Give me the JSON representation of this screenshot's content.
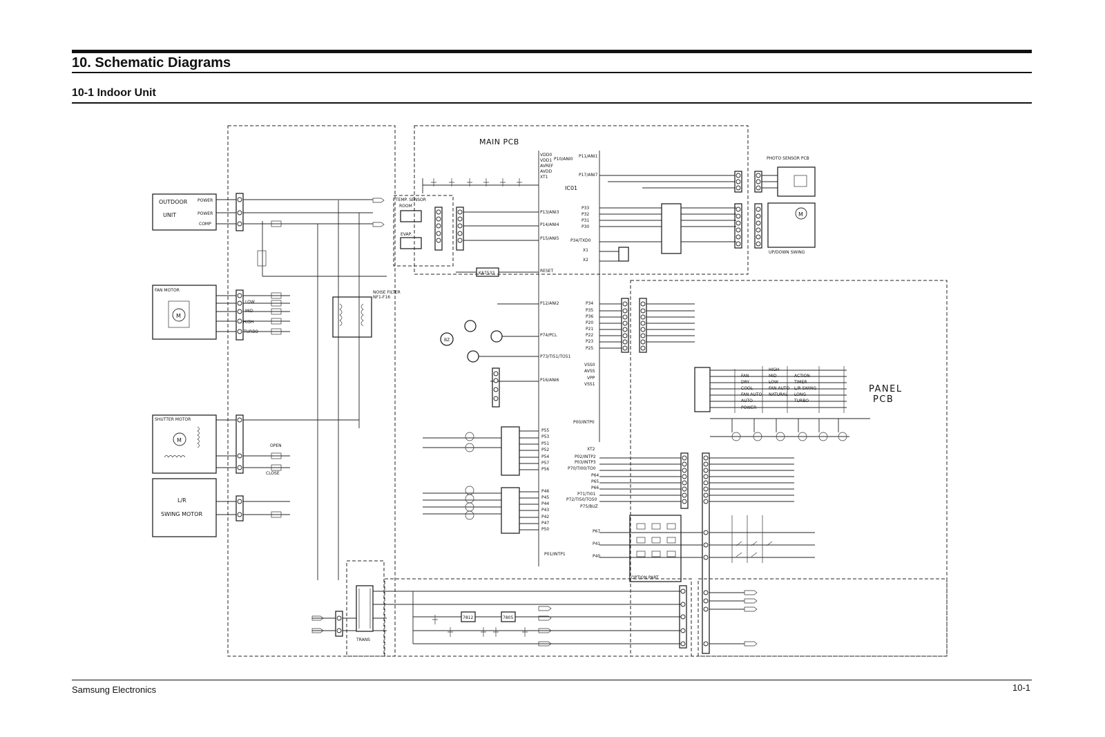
{
  "header": {
    "title": "10. Schematic Diagrams",
    "subtitle": "10-1 Indoor Unit"
  },
  "footer": {
    "company": "Samsung Electronics",
    "page": "10-1"
  },
  "diagram": {
    "main_pcb": "MAIN PCB",
    "ic01": "IC01",
    "photo_sensor_pcb": "PHOTO SENSOR PCB",
    "up_down_swing": "UP/DOWN SWING",
    "temp_sensor": "TEMP. SENSOR",
    "room": "ROOM",
    "evap": "EVAP.",
    "outdoor_unit_line1": "OUTDOOR",
    "outdoor_unit_line2": "UNIT",
    "outdoor_power1": "POWER",
    "outdoor_power2": "POWER",
    "outdoor_comp": "COMP",
    "fan_motor": "FAN MOTOR",
    "fan_low": "LOW",
    "fan_mid": "MID",
    "fan_high": "HIGH",
    "fan_turbo": "TURBO",
    "noise_filter_line1": "NOISE FILTER",
    "noise_filter_line2": "NF1-F16",
    "shutter_motor": "SHUTTER MOTOR",
    "shutter_open": "OPEN",
    "shutter_close": "CLOSE",
    "lr_swing_line1": "L/R",
    "lr_swing_line2": "SWING MOTOR",
    "trans": "TRANS",
    "panel_pcb_line1": "PANEL",
    "panel_pcb_line2": "PCB",
    "option_part": "OPTION PART",
    "reset": "RESET",
    "ka7533": "KA7533",
    "reg_7812": "7812",
    "reg_7805": "7805",
    "panel_col1": [
      "FAN",
      "DRY",
      "COOL",
      "FAN AUTO",
      "AUTO"
    ],
    "panel_col2": [
      "HIGH",
      "MID",
      "LOW",
      "FAN AUTO",
      "NATURAL"
    ],
    "panel_col3": [
      "ACTION",
      "TIMER",
      "L/R SWING",
      "LONG",
      "TURBO"
    ],
    "panel_power": "POWER",
    "port_labels_left": [
      "P13/ANI3",
      "P14/ANI4",
      "P15/ANI5",
      "P12/ANI2",
      "P74/PCL",
      "P73/TI51/TO51",
      "P16/ANI6"
    ],
    "port_labels_mid": [
      "P33",
      "P32",
      "P31",
      "P30",
      "P34/TXD0",
      "X1",
      "X2"
    ],
    "port_labels_vdd": [
      "VDD0",
      "VDD1",
      "AVREF",
      "AVDD",
      "XT1"
    ],
    "port_labels_p": [
      "P34",
      "P35",
      "P36",
      "P20",
      "P21",
      "P22",
      "P23",
      "P25"
    ],
    "port_labels_vss": [
      "VSS0",
      "AVSS",
      "VPP",
      "VSS1"
    ],
    "port_labels_intp": [
      "P00/INTP0",
      "XT2",
      "P02/INTP2",
      "P03/INTP3",
      "P70/TI00/TO0",
      "P64",
      "P65",
      "P66",
      "P71/TI01",
      "P72/TI50/TO50",
      "P75/BUZ"
    ],
    "port_labels_relay1": [
      "P55",
      "P53",
      "P51",
      "P52",
      "P54",
      "P57",
      "P56"
    ],
    "port_labels_relay2": [
      "P46",
      "P45",
      "P44",
      "P43",
      "P42",
      "P47",
      "P50"
    ],
    "port_labels_opt": [
      "P67",
      "P41",
      "P40"
    ],
    "intp1": "P01/INTP1",
    "p17": "P17/ANI7",
    "p11": "P11/ANI1",
    "p10": "P10/ANI0"
  }
}
